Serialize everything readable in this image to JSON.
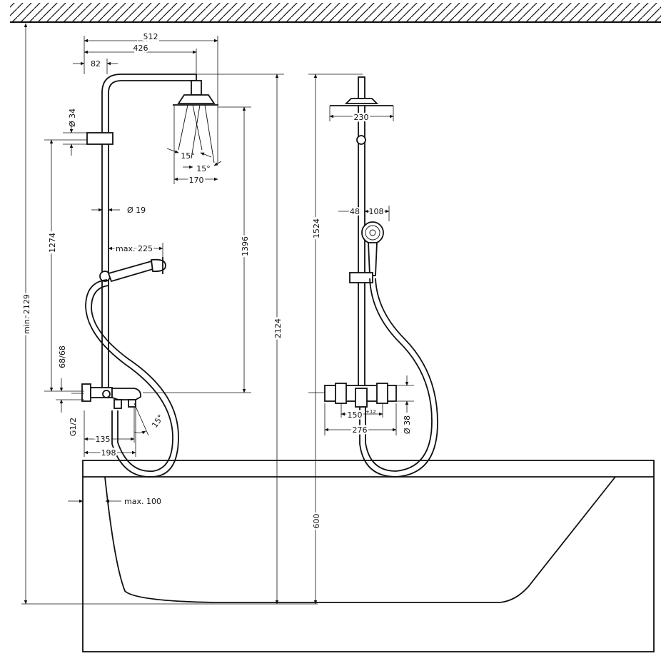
{
  "dimensions": {
    "d512": "512",
    "d426": "426",
    "d82": "82",
    "d34": "Ø 34",
    "angle1": "15°",
    "angle2": "15°",
    "d170": "170",
    "d19": "Ø 19",
    "d1274": "1274",
    "max225": "max. 225",
    "d1396": "1396",
    "d2124": "2124",
    "min2129": "min. 2129",
    "d6868": "68/68",
    "g12": "G1/2",
    "d135": "135",
    "d198": "198",
    "angle3": "15°",
    "max100": "max. 100",
    "d1524": "1524",
    "d230": "230",
    "d48": "48",
    "d108": "108",
    "d150": "150",
    "d150sup": "+12",
    "d276": "276",
    "d38": "Ø 38",
    "d600": "600"
  }
}
